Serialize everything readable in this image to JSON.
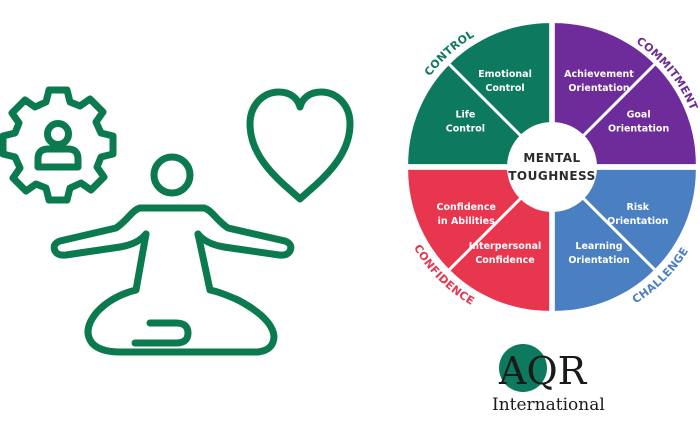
{
  "illustration": {
    "icons": [
      "gear-person-icon",
      "heart-icon",
      "meditation-person-icon"
    ],
    "color": "#0b7a4f"
  },
  "wheel": {
    "center": [
      "MENTAL",
      "TOUGHNESS"
    ],
    "quadrants": [
      {
        "id": "control",
        "label": "CONTROL",
        "color": "#0d7a5f",
        "segments": [
          {
            "id": "emotional-control",
            "lines": [
              "Emotional",
              "Control"
            ]
          },
          {
            "id": "life-control",
            "lines": [
              "Life",
              "Control"
            ]
          }
        ]
      },
      {
        "id": "commitment",
        "label": "COMMITMENT",
        "color": "#6e2c9a",
        "segments": [
          {
            "id": "achievement-orientation",
            "lines": [
              "Achievement",
              "Orientation"
            ]
          },
          {
            "id": "goal-orientation",
            "lines": [
              "Goal",
              "Orientation"
            ]
          }
        ]
      },
      {
        "id": "challenge",
        "label": "CHALLENGE",
        "color": "#4a7fc1",
        "segments": [
          {
            "id": "risk-orientation",
            "lines": [
              "Risk",
              "Orientation"
            ]
          },
          {
            "id": "learning-orientation",
            "lines": [
              "Learning",
              "Orientation"
            ]
          }
        ]
      },
      {
        "id": "confidence",
        "label": "CONFIDENCE",
        "color": "#e8364e",
        "segments": [
          {
            "id": "interpersonal-confidence",
            "lines": [
              "Interpersonal",
              "Confidence"
            ]
          },
          {
            "id": "confidence-in-abilities",
            "lines": [
              "Confidence",
              "in Abilities"
            ]
          }
        ]
      }
    ]
  },
  "logo": {
    "letters": "AQR",
    "name": "International",
    "color": "#0d7a5f"
  }
}
